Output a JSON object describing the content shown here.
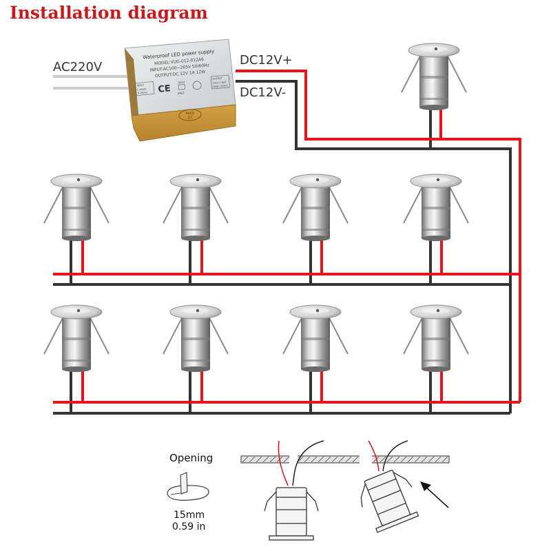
{
  "title": "Installation diagram",
  "labels": {
    "ac_input": "AC220V",
    "dc_positive": "DC12V+",
    "dc_negative": "DC12V-",
    "opening": "Opening",
    "hole_mm": "15mm",
    "hole_in": "0.59 in"
  },
  "power_supply": {
    "heading": "Waterproof LED power supply",
    "model": "MODEL:VUG-012-012A6",
    "input": "INPUT:AC100~265V 50/60Hz",
    "output": "OUTPUT:DC 12V 1A 12W",
    "ip_rating": "IP67",
    "cert_ce": "CE",
    "selv": "SELV",
    "input_box_title": "INPUT",
    "input_l": "L White",
    "input_n": "N White",
    "output_box_title": "OUTPUT",
    "output_pos": "Pos(+) Red",
    "output_neg": "Neg(-) Black",
    "pass": "PASS",
    "qc": "QC"
  },
  "colors": {
    "positive_wire": "#e8141b",
    "negative_wire": "#333333",
    "ac_wire": "#cccccc",
    "title": "#c81a1a"
  },
  "lights": {
    "count": 9
  }
}
